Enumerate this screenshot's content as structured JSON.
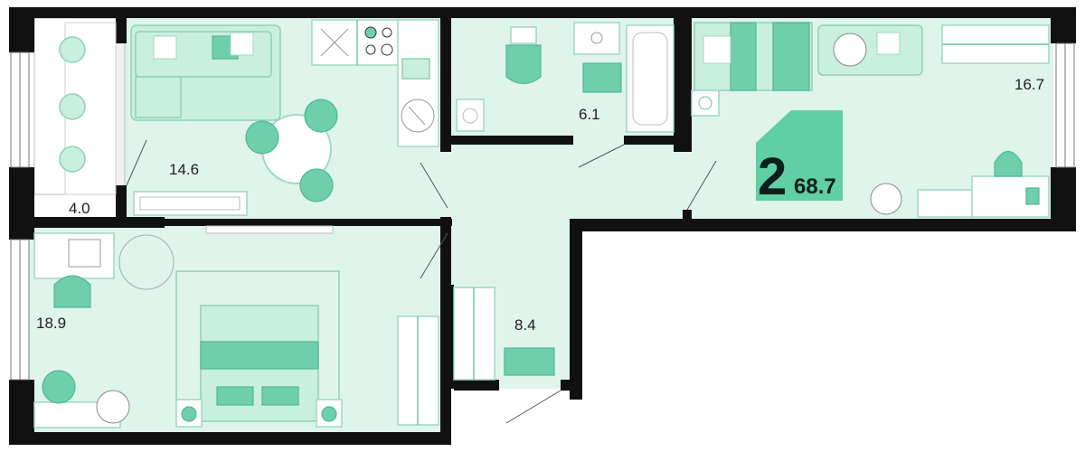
{
  "plan": {
    "badge": {
      "rooms": "2",
      "total_area": "68.7"
    },
    "rooms": [
      {
        "id": "balcony",
        "area": "4.0"
      },
      {
        "id": "kitchen-living",
        "area": "14.6"
      },
      {
        "id": "bathroom",
        "area": "6.1"
      },
      {
        "id": "bedroom-1",
        "area": "16.7"
      },
      {
        "id": "bedroom-2",
        "area": "18.9"
      },
      {
        "id": "hallway",
        "area": "8.4"
      }
    ],
    "colors": {
      "floor": "#dff5ec",
      "wall": "#111111",
      "accent": "#5fcfa5",
      "badge": "#5fcfa5",
      "balcony_floor": "#ffffff"
    }
  }
}
